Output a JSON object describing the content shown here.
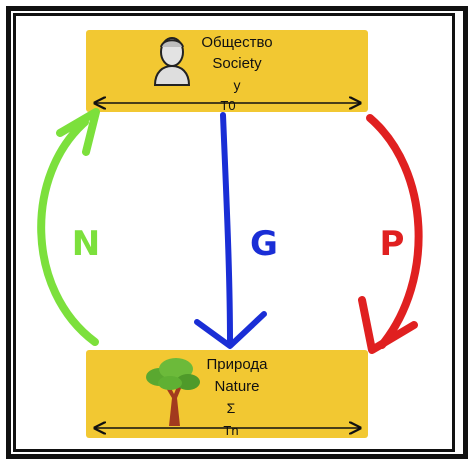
{
  "society": {
    "label_ru": "Общество",
    "label_en": "Society",
    "symbol": "y",
    "time": "T0"
  },
  "nature": {
    "label_ru": "Природа",
    "label_en": "Nature",
    "symbol": "Σ",
    "time": "Tn"
  },
  "arrows": {
    "left": "N",
    "middle": "G",
    "right": "P"
  },
  "colors": {
    "box": "#f2c832",
    "left": "#7ce03c",
    "middle": "#1a2ed6",
    "right": "#e02020",
    "ink": "#111111"
  },
  "icons": {
    "society": "person-icon",
    "nature": "tree-icon"
  }
}
